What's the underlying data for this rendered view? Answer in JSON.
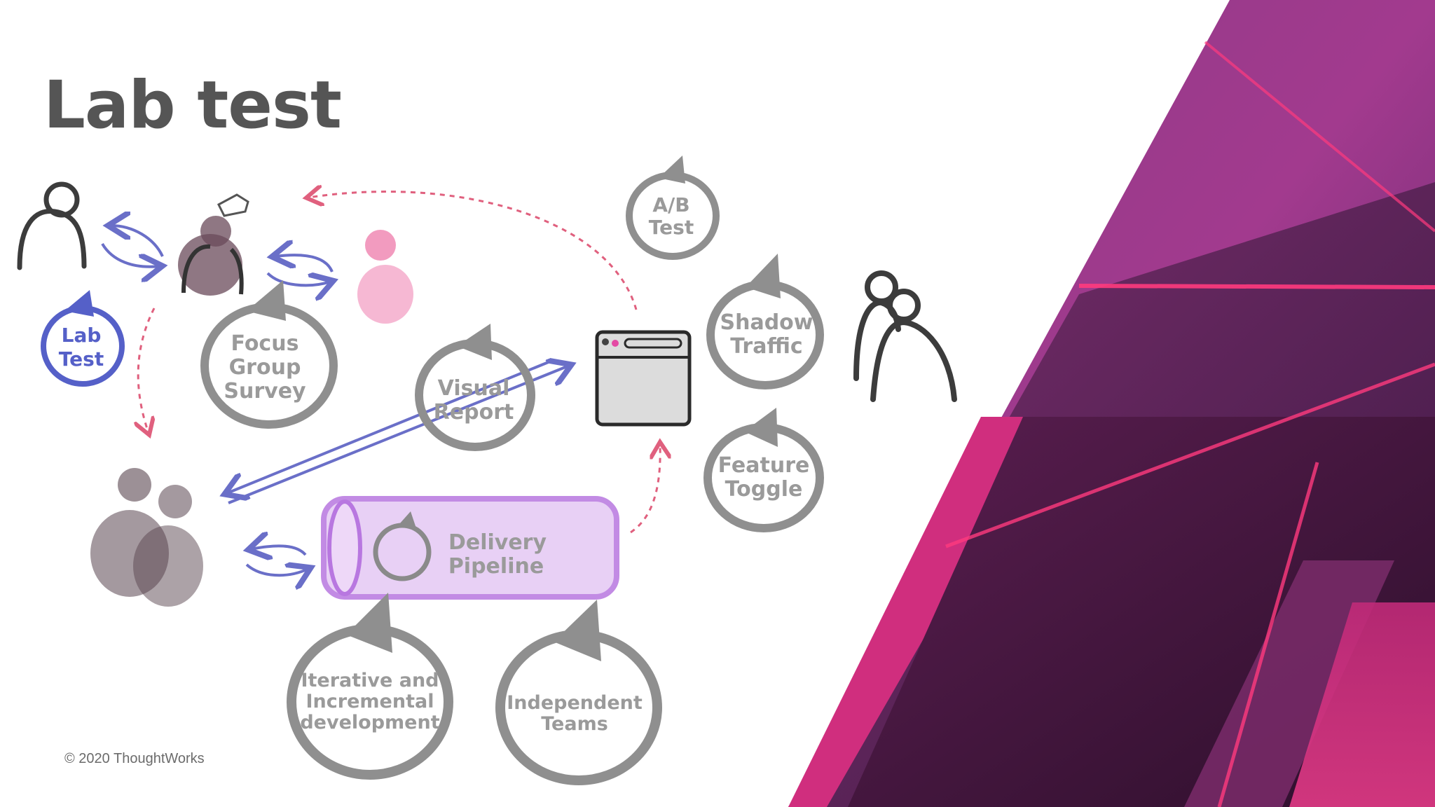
{
  "title": "Lab test",
  "footer": "© 2020 ThoughtWorks",
  "colors": {
    "title": "#555555",
    "loop_gray": "#8f8f8f",
    "label_gray": "#9a9a9a",
    "lab_test_blue": "#5560c8",
    "arrow_blue": "#6a6fc8",
    "dashed_pink": "#e0607e",
    "pipeline_purple": "#b877e0",
    "accent_magenta": "#e2197a",
    "deep_purple": "#4a1f52"
  },
  "nodes": {
    "lab_test": [
      "Lab",
      "Test"
    ],
    "focus_group": [
      "Focus",
      "Group",
      "Survey"
    ],
    "visual_report": [
      "Visual",
      "Report"
    ],
    "ab_test": [
      "A/B",
      "Test"
    ],
    "shadow_traffic": [
      "Shadow",
      "Traffic"
    ],
    "feature_toggle": [
      "Feature",
      "Toggle"
    ],
    "delivery_pipeline": [
      "Delivery",
      "Pipeline"
    ],
    "iterative": [
      "Iterative and",
      "Incremental",
      "development"
    ],
    "independent": [
      "Independent",
      "Teams"
    ]
  },
  "icons": [
    "user-icon",
    "researcher-icon",
    "persona-icon",
    "team-icon",
    "browser-window-icon",
    "users-icon"
  ]
}
